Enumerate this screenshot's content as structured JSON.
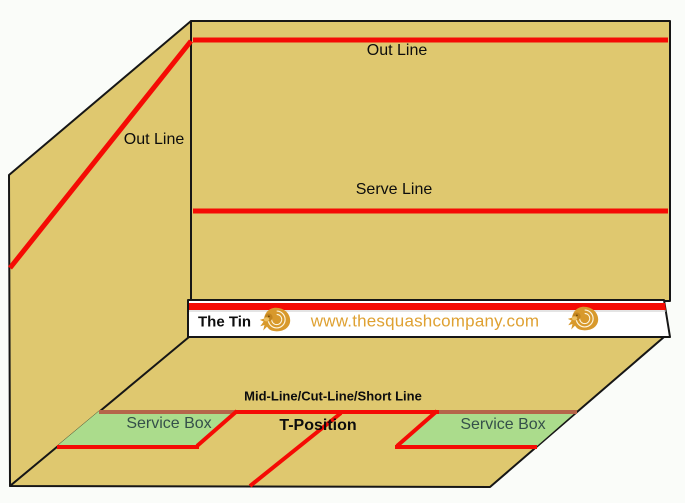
{
  "diagram": {
    "subject": "squash-court",
    "labels": {
      "out_line_front": "Out Line",
      "out_line_side": "Out Line",
      "serve_line": "Serve Line",
      "tin": "The Tin",
      "website": "www.thesquashcompany.com",
      "short_line": "Mid-Line/Cut-Line/Short Line",
      "t_position": "T-Position",
      "service_box_left": "Service Box",
      "service_box_right": "Service Box"
    },
    "icons": {
      "lion_left": "lion-logo-icon",
      "lion_right": "lion-logo-icon"
    },
    "colors": {
      "background": "#fafcf9",
      "court_tan": "#dfc86f",
      "line_red": "#f50b04",
      "line_red_muted": "#b5654a",
      "service_box_green": "#abdc8c",
      "outline_black": "#161616",
      "tin_white": "#ffffff",
      "tin_shadow": "#c9c9c9",
      "brand_orange": "#dfa132",
      "lion_gold": "#d8992c",
      "service_box_text": "#35504a",
      "label_text": "#0d0d0d"
    }
  }
}
